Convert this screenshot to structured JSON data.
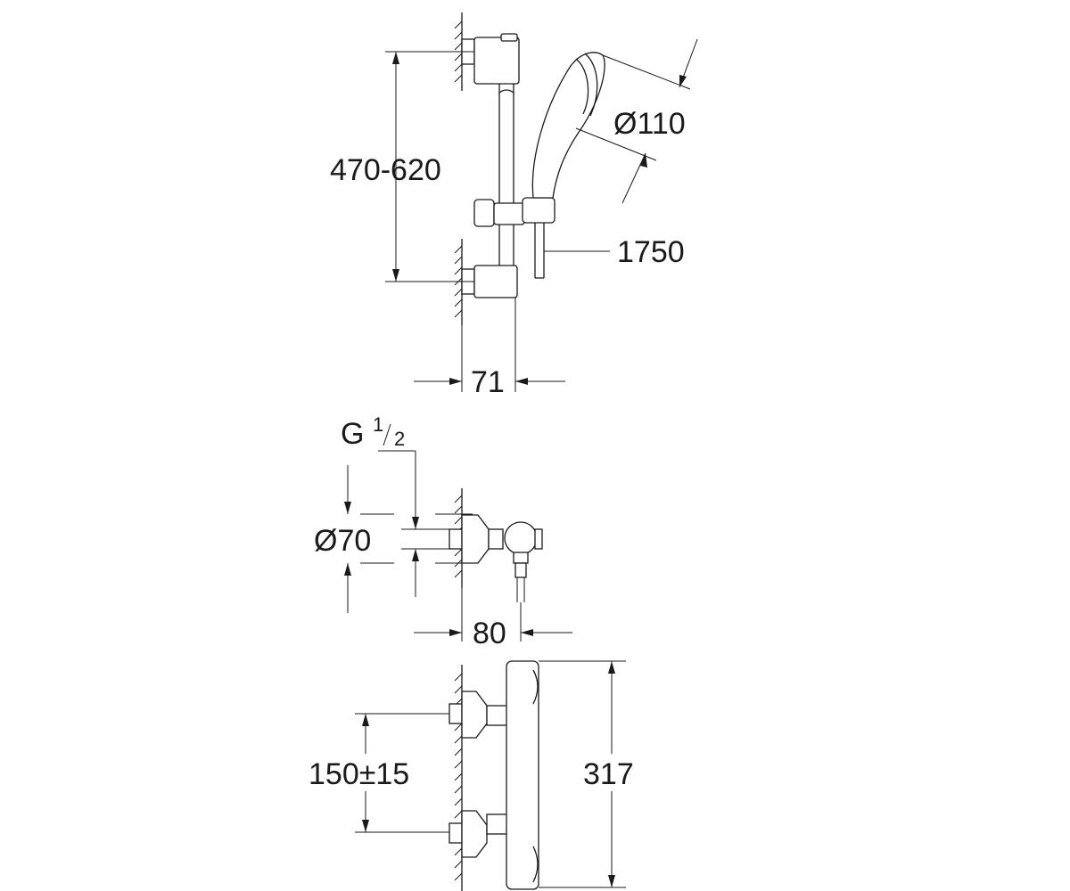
{
  "shower_rail": {
    "rail_spacing": "470-620",
    "handshower_diameter": "Ø110",
    "hose_length": "1750",
    "wall_projection": "71"
  },
  "connection": {
    "thread_main": "G",
    "thread_fraction_num": "1",
    "thread_fraction_den": "2",
    "escutcheon_diameter": "Ø70",
    "wall_projection": "80"
  },
  "thermostat": {
    "inlet_spacing": "150±15",
    "height": "317"
  }
}
